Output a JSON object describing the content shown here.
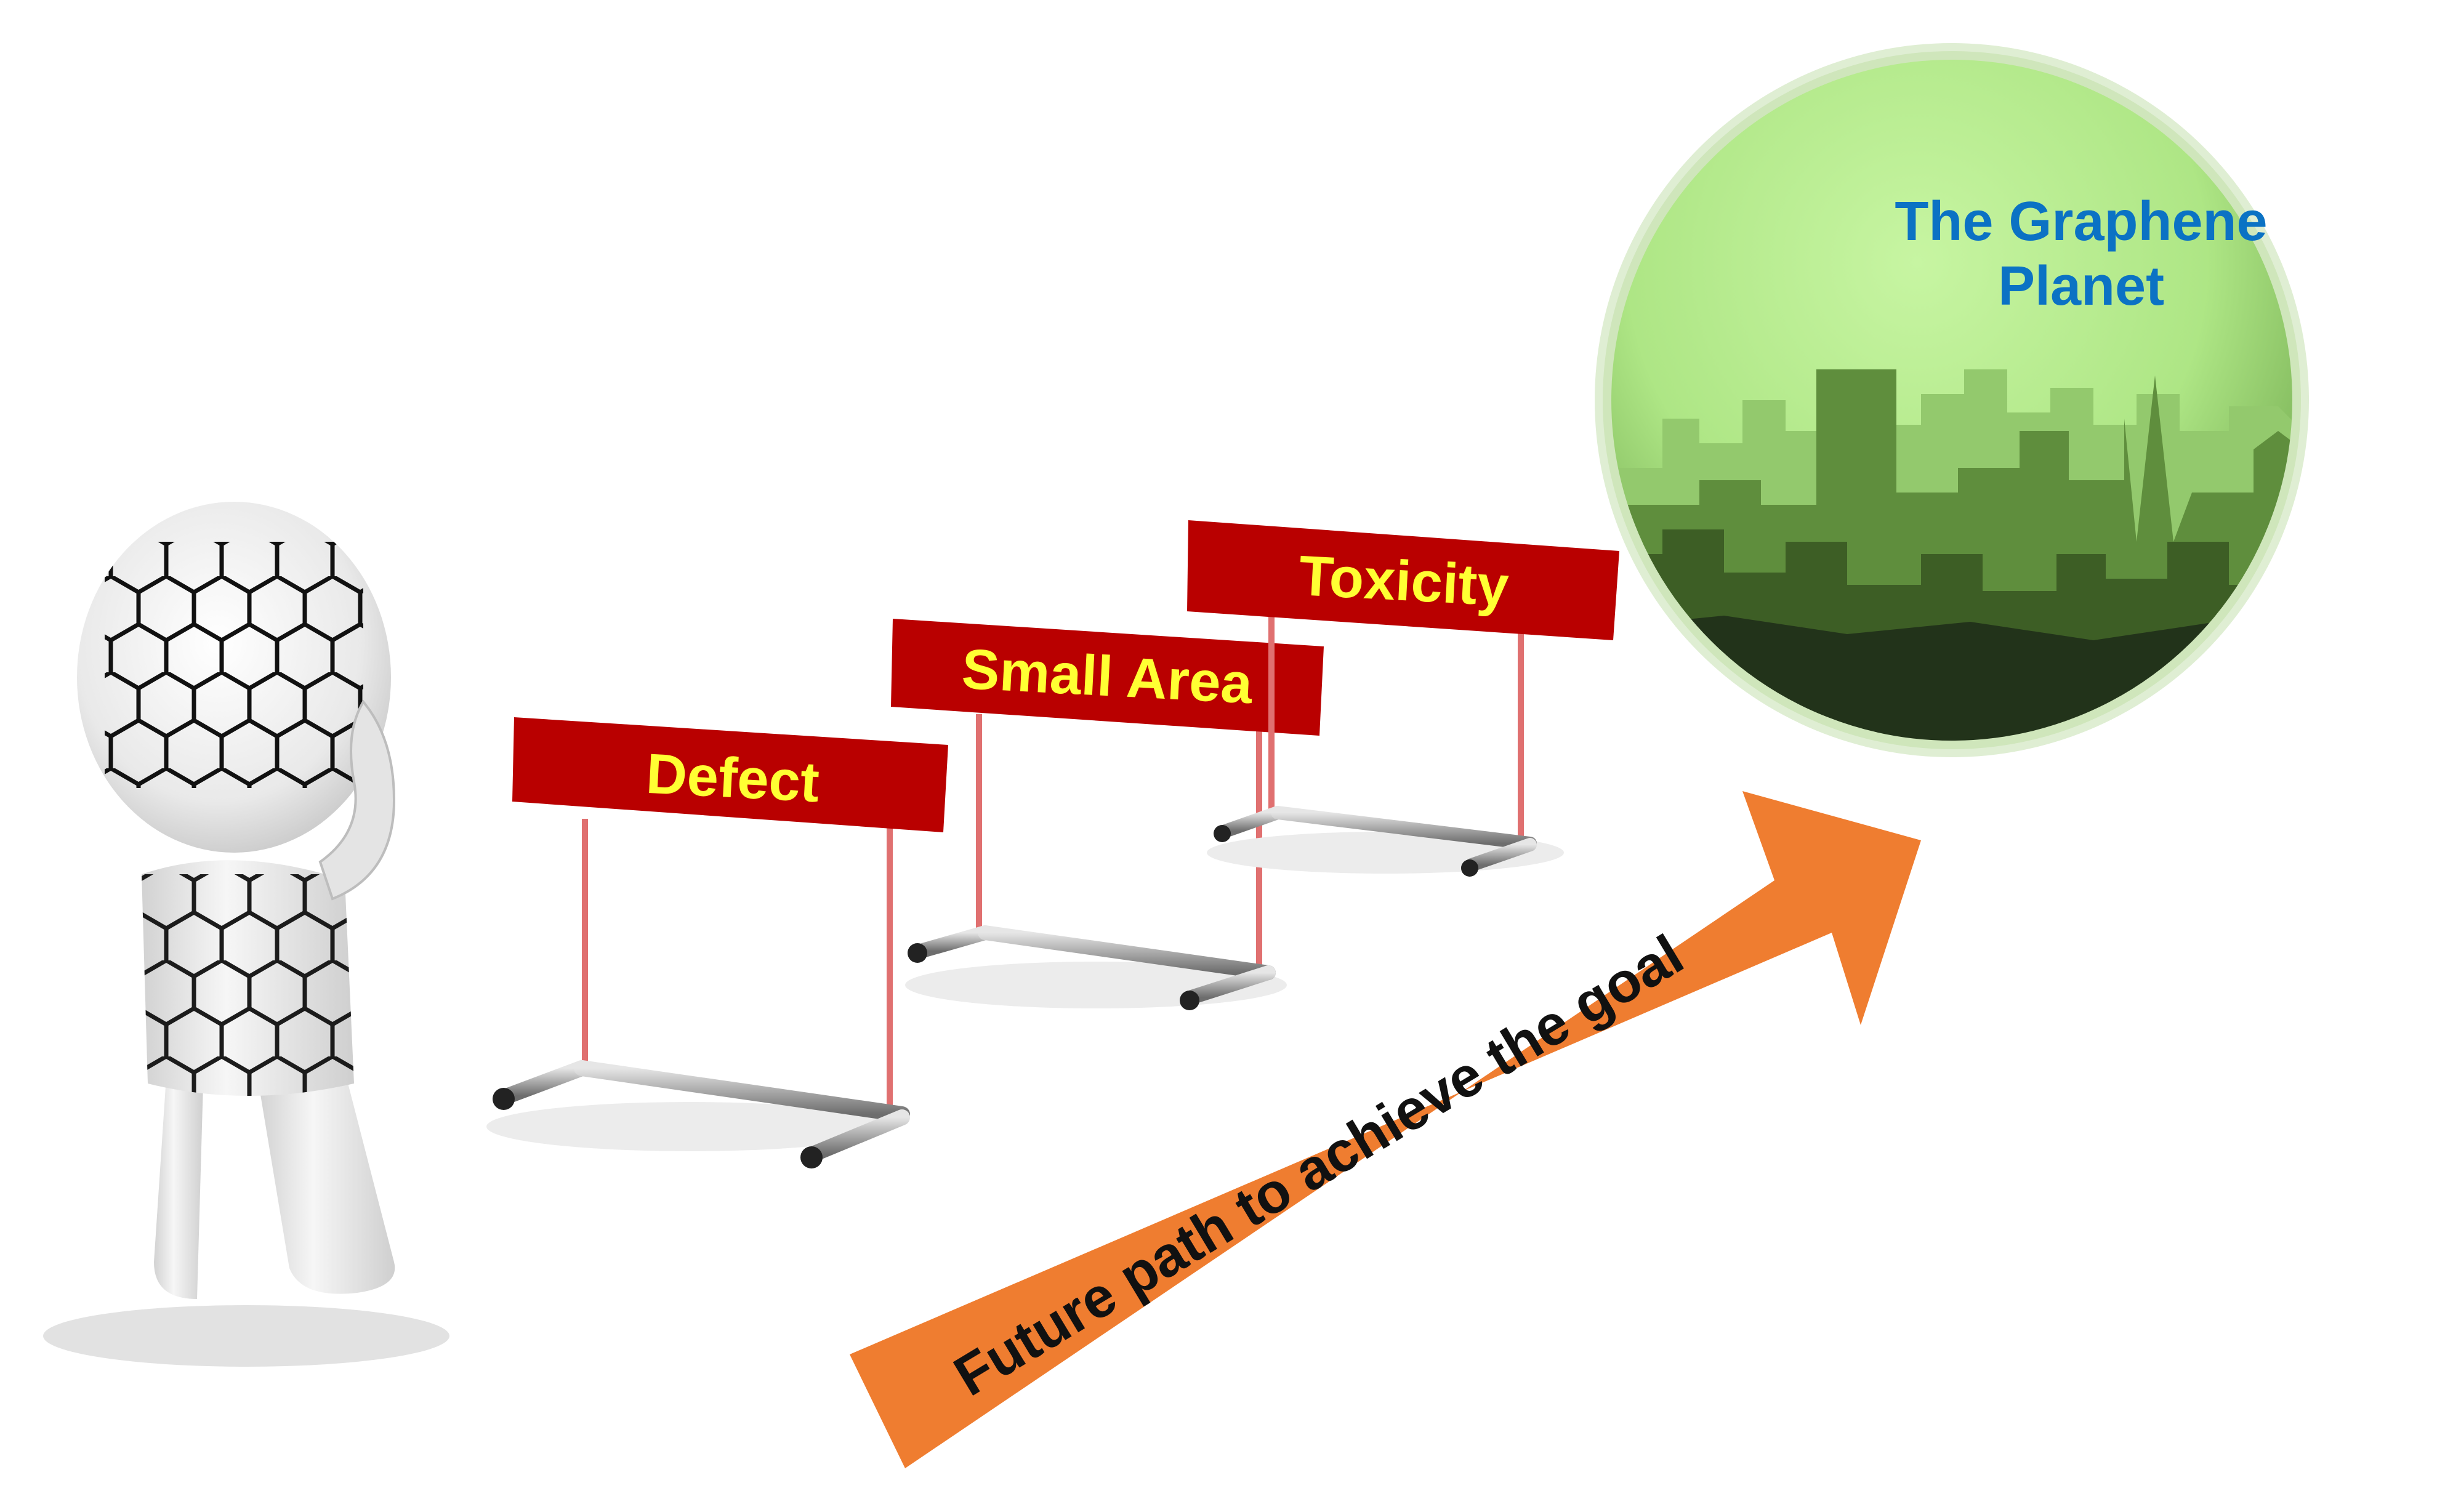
{
  "planet": {
    "title_line1": "The Graphene",
    "title_line2": "Planet"
  },
  "hurdles": [
    {
      "label": "Defect"
    },
    {
      "label": "Small Area"
    },
    {
      "label": "Toxicity"
    }
  ],
  "arrow": {
    "label": "Future path to achieve the goal"
  },
  "colors": {
    "hurdle_board": "#b90000",
    "hurdle_text": "#ffff33",
    "arrow_fill": "#ef7d30",
    "planet_title": "#0b72c4",
    "planet_sky": "#b6ec90",
    "planet_rim": "#2b3a1e"
  }
}
